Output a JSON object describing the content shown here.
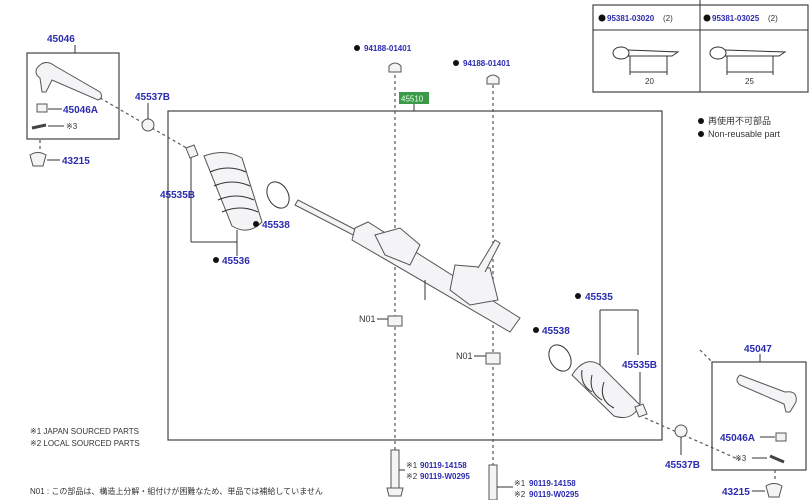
{
  "assembly": {
    "main_part": "45510",
    "accent_color": "#3a9a4a",
    "part_link_color": "#2b2bb0"
  },
  "pin_table": [
    {
      "part": "95381-03020",
      "qty": "(2)",
      "dimension": "20"
    },
    {
      "part": "95381-03025",
      "qty": "(2)",
      "dimension": "25"
    }
  ],
  "legend": {
    "jp": "再使用不可部品",
    "en": "Non-reusable part"
  },
  "left": {
    "tie_rod_end": "45046",
    "nut": "45046A",
    "pin_note": "※3",
    "boot_cap": "43215",
    "lock_nut": "45537B",
    "clamp": "45535B",
    "ring": "45538",
    "boot": "45536"
  },
  "right": {
    "tie_rod_end": "45047",
    "nut": "45046A",
    "pin_note": "※3",
    "boot_cap": "43215",
    "lock_nut": "45537B",
    "clamp": "45535B",
    "ring": "45538",
    "boot": "45535"
  },
  "nuts_top": [
    "94188-01401",
    "94188-01401"
  ],
  "n01_labels": [
    "N01",
    "N01"
  ],
  "bolts": [
    {
      "l1_mark": "※1",
      "l1": "90119-14158",
      "l2_mark": "※2",
      "l2": "90119-W0295"
    },
    {
      "l1_mark": "※1",
      "l1": "90119-14158",
      "l2_mark": "※2",
      "l2": "90119-W0295"
    }
  ],
  "footnotes": [
    "※1 JAPAN SOURCED PARTS",
    "※2 LOCAL SOURCED PARTS"
  ],
  "n01_note": "N01 :   この部品は、構造上分解・組付けが困難なため、単品では補給していません"
}
